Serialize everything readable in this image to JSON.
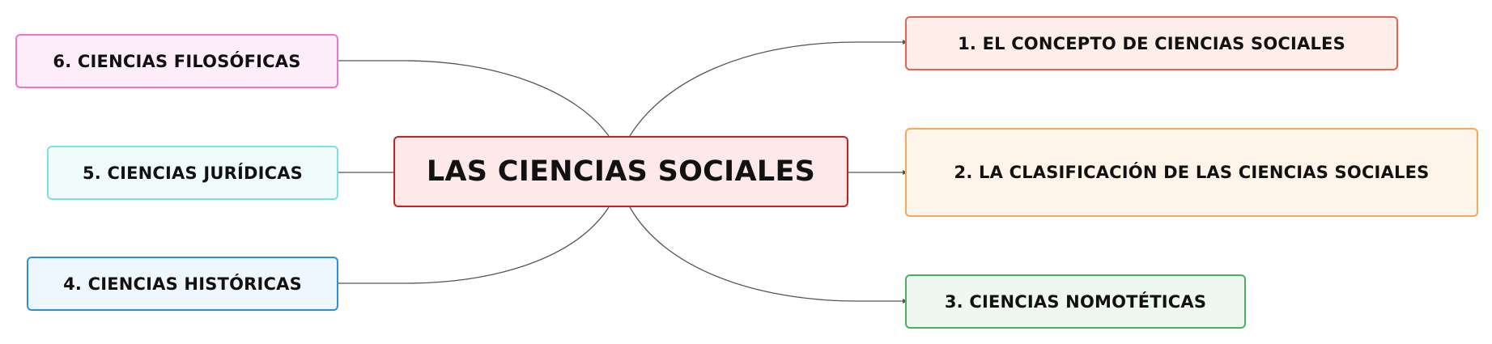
{
  "central": {
    "label": "LAS CIENCIAS SOCIALES",
    "border_color": "#c62020",
    "fill_color": "#fde9ea"
  },
  "branches": [
    {
      "id": "b1",
      "label": "1. EL CONCEPTO DE CIENCIAS SOCIALES",
      "border_color": "#e8634f",
      "fill_color": "#fdeee9"
    },
    {
      "id": "b2",
      "label": "2. LA CLASIFICACIÓN DE LAS CIENCIAS SOCIALES",
      "border_color": "#f2a95e",
      "fill_color": "#fef4ea"
    },
    {
      "id": "b3",
      "label": "3. CIENCIAS NOMOTÉTICAS",
      "border_color": "#4caf63",
      "fill_color": "#eef8f0"
    },
    {
      "id": "b4",
      "label": "4. CIENCIAS HISTÓRICAS",
      "border_color": "#2f8fd6",
      "fill_color": "#eef7fd"
    },
    {
      "id": "b5",
      "label": "5. CIENCIAS JURÍDICAS",
      "border_color": "#7ddfe6",
      "fill_color": "#f0fcfc"
    },
    {
      "id": "b6",
      "label": "6. CIENCIAS FILOSÓFICAS",
      "border_color": "#e877cf",
      "fill_color": "#fdeef9"
    }
  ],
  "connector_color": "#555555"
}
